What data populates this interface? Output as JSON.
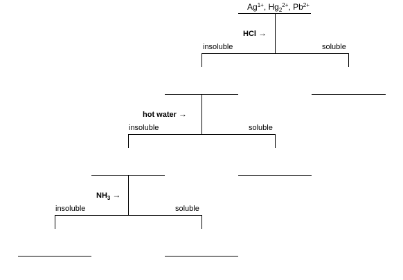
{
  "ions": {
    "ag": "Ag",
    "ag_charge": "1+",
    "sep1": ", ",
    "hg": "Hg",
    "hg_sub": "2",
    "hg_charge": "2+",
    "sep2": ", ",
    "pb": "Pb",
    "pb_charge": "2+"
  },
  "steps": [
    {
      "reagent": "HCl",
      "reagent_sub": "",
      "arrow": "→",
      "left_label": "insoluble",
      "right_label": "soluble"
    },
    {
      "reagent": "hot water",
      "reagent_sub": "",
      "arrow": "→",
      "left_label": "insoluble",
      "right_label": "soluble"
    },
    {
      "reagent": "NH",
      "reagent_sub": "3",
      "arrow": "→",
      "left_label": "insoluble",
      "right_label": "soluble"
    }
  ]
}
